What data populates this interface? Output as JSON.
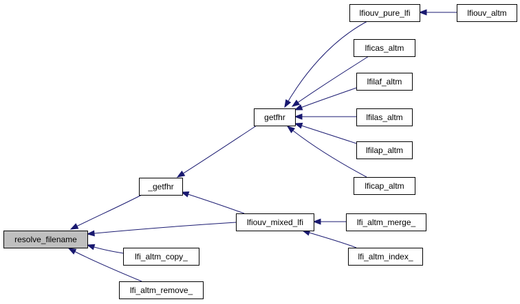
{
  "graph": {
    "colors": {
      "edge": "#191970",
      "node_border": "#000000",
      "node_fill": "#ffffff",
      "highlight_fill": "#bfbfbf"
    },
    "nodes": [
      {
        "id": "resolve_filename",
        "label": "resolve_filename",
        "highlight": true
      },
      {
        "id": "_getfhr",
        "label": "_getfhr"
      },
      {
        "id": "lfi_altm_copy_",
        "label": "lfi_altm_copy_"
      },
      {
        "id": "lfi_altm_remove_",
        "label": "lfi_altm_remove_"
      },
      {
        "id": "lfiouv_mixed_lfi",
        "label": "lfiouv_mixed_lfi"
      },
      {
        "id": "getfhr",
        "label": "getfhr"
      },
      {
        "id": "lfi_altm_merge_",
        "label": "lfi_altm_merge_"
      },
      {
        "id": "lfi_altm_index_",
        "label": "lfi_altm_index_"
      },
      {
        "id": "lfiouv_pure_lfi",
        "label": "lfiouv_pure_lfi"
      },
      {
        "id": "lficas_altm",
        "label": "lficas_altm"
      },
      {
        "id": "lfilaf_altm",
        "label": "lfilaf_altm"
      },
      {
        "id": "lfilas_altm",
        "label": "lfilas_altm"
      },
      {
        "id": "lfilap_altm",
        "label": "lfilap_altm"
      },
      {
        "id": "lficap_altm",
        "label": "lficap_altm"
      },
      {
        "id": "lfiouv_altm",
        "label": "lfiouv_altm"
      }
    ],
    "edges": [
      {
        "from": "_getfhr",
        "to": "resolve_filename"
      },
      {
        "from": "lfiouv_mixed_lfi",
        "to": "resolve_filename"
      },
      {
        "from": "lfi_altm_copy_",
        "to": "resolve_filename"
      },
      {
        "from": "lfi_altm_remove_",
        "to": "resolve_filename"
      },
      {
        "from": "getfhr",
        "to": "_getfhr"
      },
      {
        "from": "lfiouv_mixed_lfi",
        "to": "_getfhr"
      },
      {
        "from": "lfiouv_pure_lfi",
        "to": "getfhr"
      },
      {
        "from": "lficas_altm",
        "to": "getfhr"
      },
      {
        "from": "lfilaf_altm",
        "to": "getfhr"
      },
      {
        "from": "lfilas_altm",
        "to": "getfhr"
      },
      {
        "from": "lfilap_altm",
        "to": "getfhr"
      },
      {
        "from": "lficap_altm",
        "to": "getfhr"
      },
      {
        "from": "lfi_altm_merge_",
        "to": "lfiouv_mixed_lfi"
      },
      {
        "from": "lfi_altm_index_",
        "to": "lfiouv_mixed_lfi"
      },
      {
        "from": "lfiouv_altm",
        "to": "lfiouv_pure_lfi"
      }
    ]
  }
}
